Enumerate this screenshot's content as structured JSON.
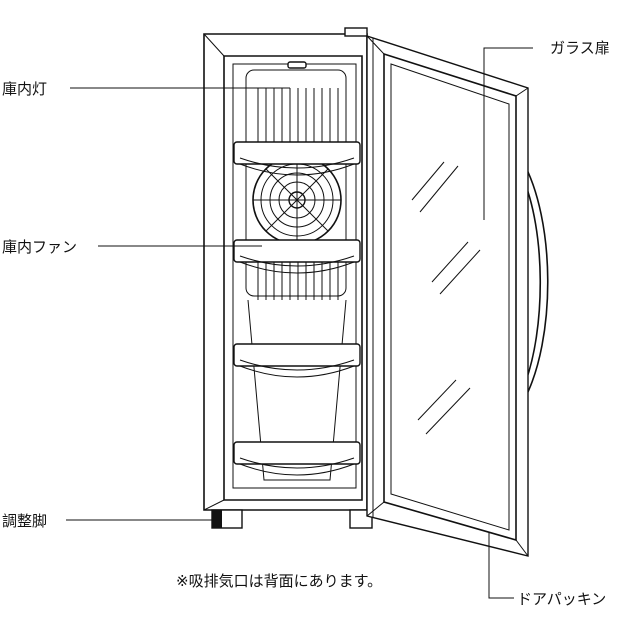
{
  "labels": {
    "interior_light": "庫内灯",
    "interior_fan": "庫内ファン",
    "adjustable_foot": "調整脚",
    "glass_door": "ガラス扉",
    "door_gasket": "ドアパッキン"
  },
  "note": "※吸排気口は背面にあります。"
}
